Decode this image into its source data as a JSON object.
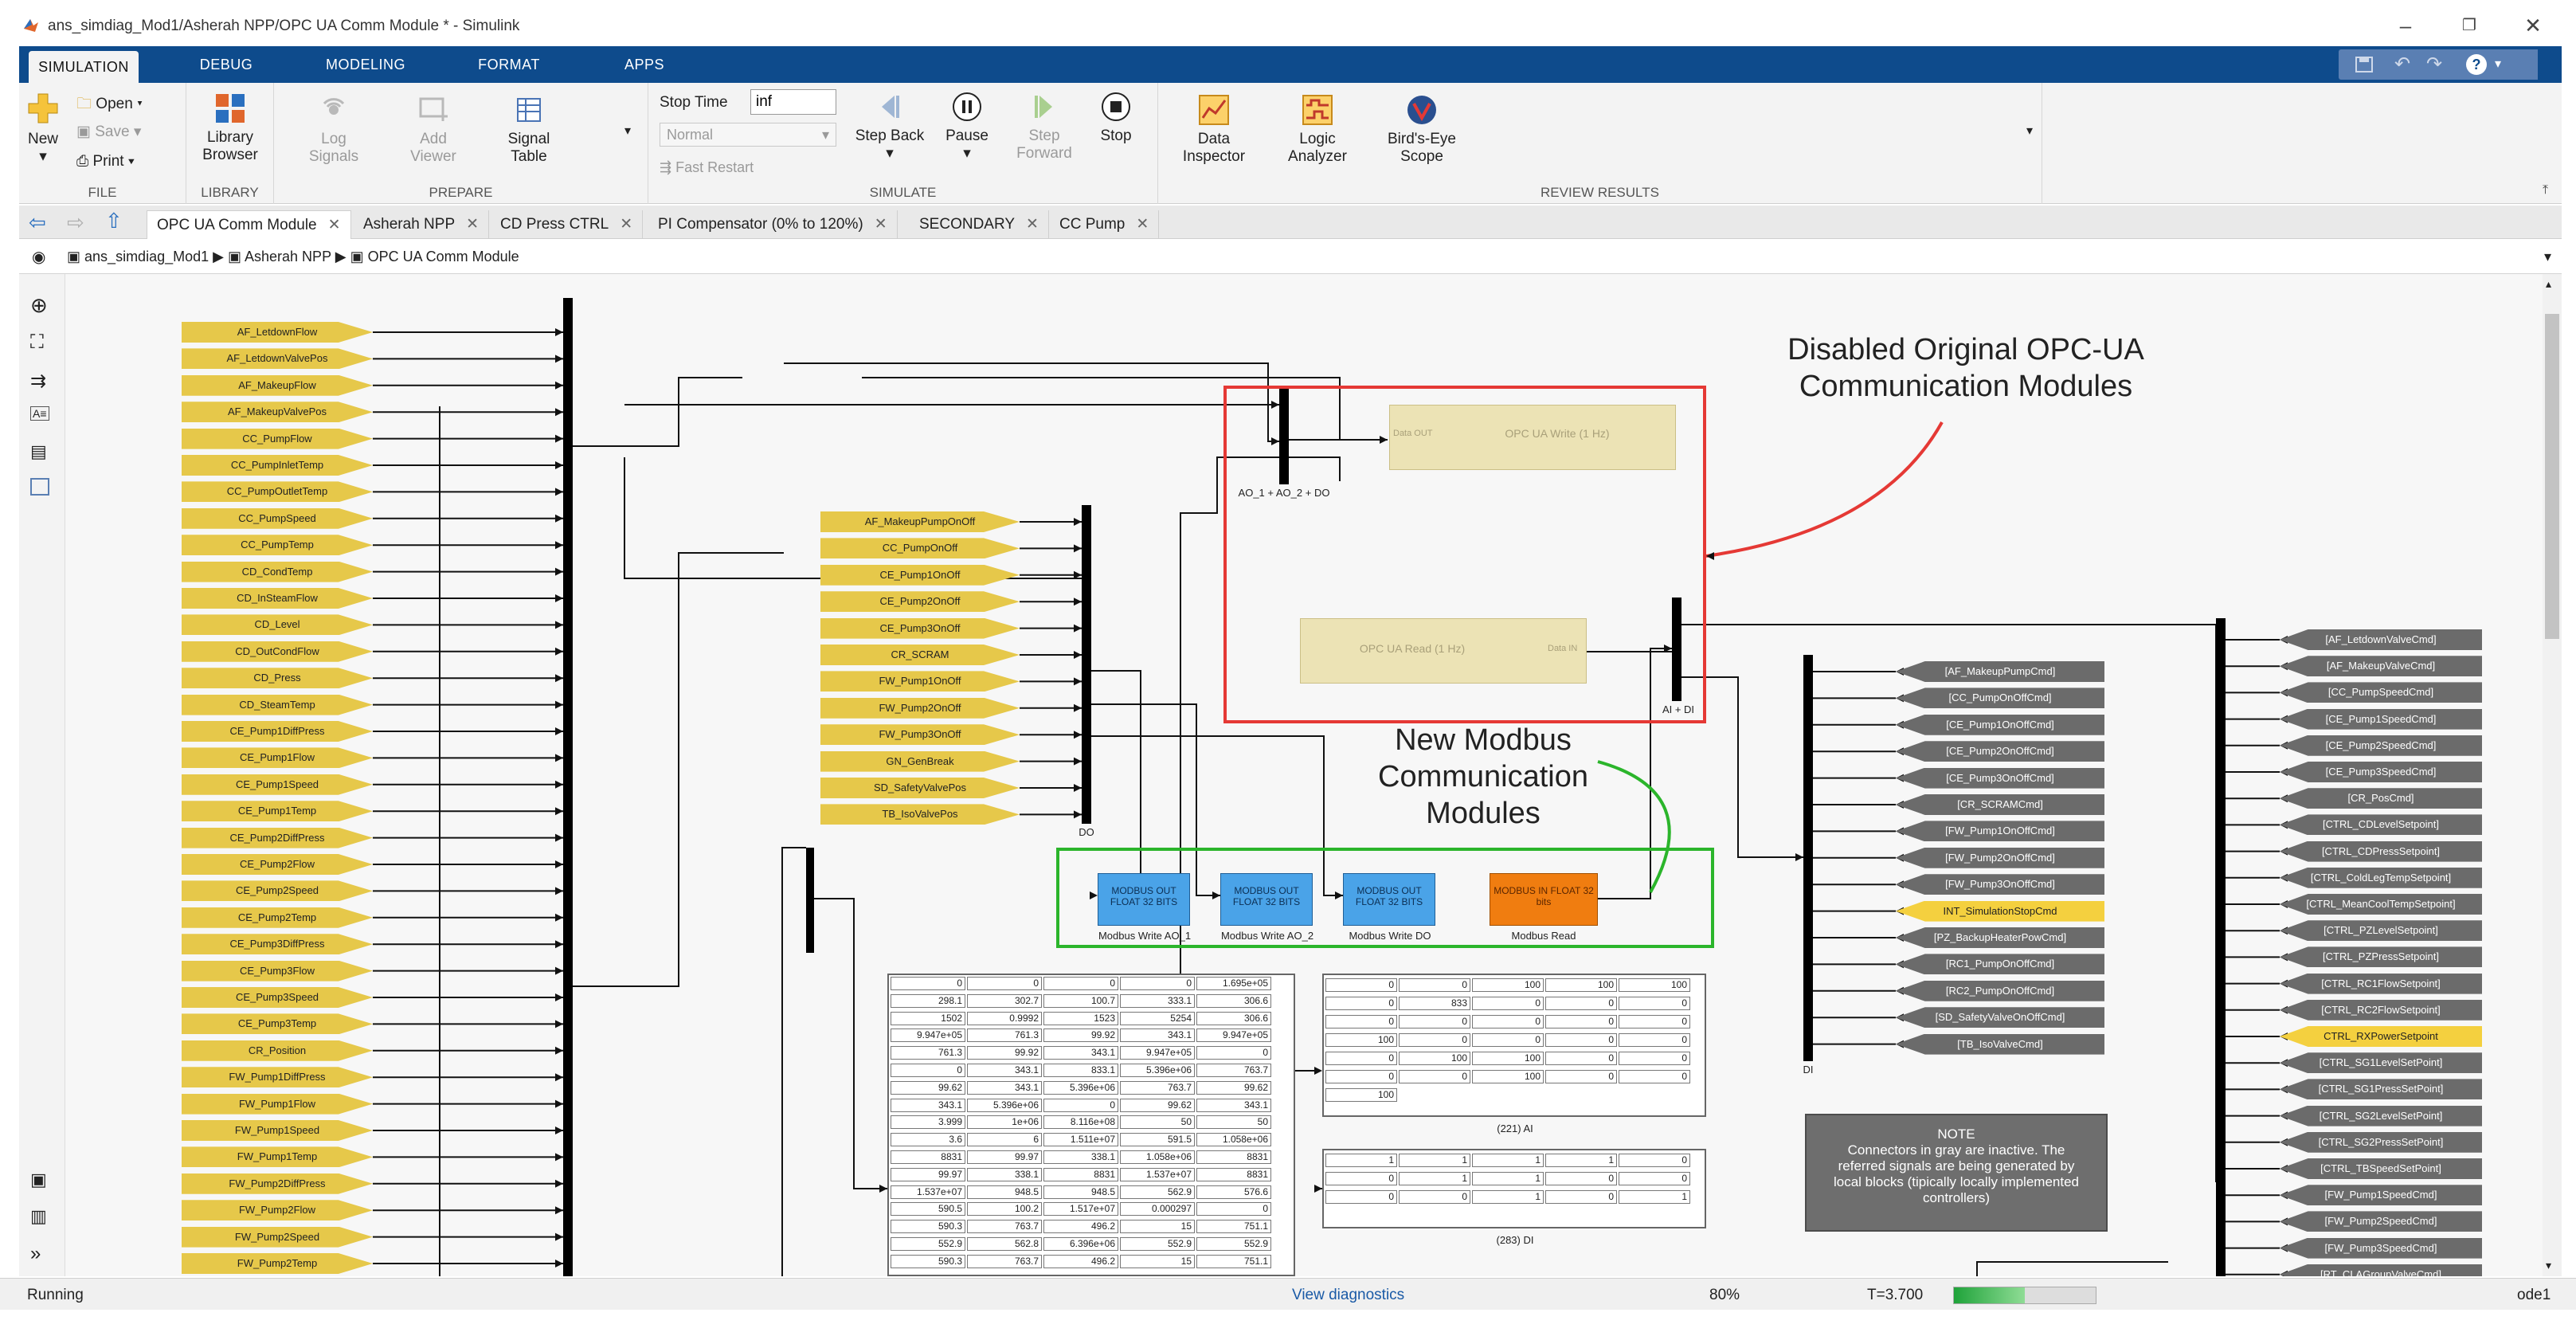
{
  "window": {
    "title": "ans_simdiag_Mod1/Asherah NPP/OPC UA Comm Module * - Simulink"
  },
  "ribbon": {
    "tabs": [
      "SIMULATION",
      "DEBUG",
      "MODELING",
      "FORMAT",
      "APPS"
    ],
    "file": {
      "new": "New",
      "open": "Open",
      "save": "Save",
      "print": "Print",
      "label": "FILE"
    },
    "library": {
      "browser": "Library Browser",
      "label": "LIBRARY"
    },
    "prepare": {
      "log": "Log Signals",
      "add": "Add Viewer",
      "table": "Signal Table",
      "label": "PREPARE"
    },
    "simulate": {
      "stop_time_label": "Stop Time",
      "stop_time": "inf",
      "mode": "Normal",
      "fast": "Fast Restart",
      "step_back": "Step Back",
      "pause": "Pause",
      "step_fwd": "Step Forward",
      "stop": "Stop",
      "label": "SIMULATE"
    },
    "review": {
      "data": "Data Inspector",
      "logic": "Logic Analyzer",
      "birds": "Bird's-Eye Scope",
      "label": "REVIEW RESULTS"
    }
  },
  "model_tabs": [
    "OPC UA Comm Module",
    "Asherah NPP",
    "CD Press CTRL",
    "PI Compensator (0% to 120%)",
    "SECONDARY",
    "CC Pump"
  ],
  "breadcrumb": [
    "ans_simdiag_Mod1",
    "Asherah NPP",
    "OPC UA Comm Module"
  ],
  "goto_left": [
    "AF_LetdownFlow",
    "AF_LetdownValvePos",
    "AF_MakeupFlow",
    "AF_MakeupValvePos",
    "CC_PumpFlow",
    "CC_PumpInletTemp",
    "CC_PumpOutletTemp",
    "CC_PumpSpeed",
    "CC_PumpTemp",
    "CD_CondTemp",
    "CD_InSteamFlow",
    "CD_Level",
    "CD_OutCondFlow",
    "CD_Press",
    "CD_SteamTemp",
    "CE_Pump1DiffPress",
    "CE_Pump1Flow",
    "CE_Pump1Speed",
    "CE_Pump1Temp",
    "CE_Pump2DiffPress",
    "CE_Pump2Flow",
    "CE_Pump2Speed",
    "CE_Pump2Temp",
    "CE_Pump3DiffPress",
    "CE_Pump3Flow",
    "CE_Pump3Speed",
    "CE_Pump3Temp",
    "CR_Position",
    "FW_Pump1DiffPress",
    "FW_Pump1Flow",
    "FW_Pump1Speed",
    "FW_Pump1Temp",
    "FW_Pump2DiffPress",
    "FW_Pump2Flow",
    "FW_Pump2Speed",
    "FW_Pump2Temp"
  ],
  "goto_mid": [
    "AF_MakeupPumpOnOff",
    "CC_PumpOnOff",
    "CE_Pump1OnOff",
    "CE_Pump2OnOff",
    "CE_Pump3OnOff",
    "CR_SCRAM",
    "FW_Pump1OnOff",
    "FW_Pump2OnOff",
    "FW_Pump3OnOff",
    "GN_GenBreak",
    "SD_SafetyValvePos",
    "TB_IsoValvePos"
  ],
  "from_mid": [
    "[AF_MakeupPumpCmd]",
    "[CC_PumpOnOffCmd]",
    "[CE_Pump1OnOffCmd]",
    "[CE_Pump2OnOffCmd]",
    "[CE_Pump3OnOffCmd]",
    "[CR_SCRAMCmd]",
    "[FW_Pump1OnOffCmd]",
    "[FW_Pump2OnOffCmd]",
    "[FW_Pump3OnOffCmd]",
    "INT_SimulationStopCmd",
    "[PZ_BackupHeaterPowCmd]",
    "[RC1_PumpOnOffCmd]",
    "[RC2_PumpOnOffCmd]",
    "[SD_SafetyValveOnOffCmd]",
    "[TB_IsoValveCmd]"
  ],
  "from_right": [
    "[AF_LetdownValveCmd]",
    "[AF_MakeupValveCmd]",
    "[CC_PumpSpeedCmd]",
    "[CE_Pump1SpeedCmd]",
    "[CE_Pump2SpeedCmd]",
    "[CE_Pump3SpeedCmd]",
    "[CR_PosCmd]",
    "[CTRL_CDLevelSetpoint]",
    "[CTRL_CDPressSetpoint]",
    "[CTRL_ColdLegTempSetpoint]",
    "[CTRL_MeanCoolTempSetpoint]",
    "[CTRL_PZLevelSetpoint]",
    "[CTRL_PZPressSetpoint]",
    "[CTRL_RC1FlowSetpoint]",
    "[CTRL_RC2FlowSetpoint]",
    "CTRL_RXPowerSetpoint",
    "[CTRL_SG1LevelSetPoint]",
    "[CTRL_SG1PressSetPoint]",
    "[CTRL_SG2LevelSetPoint]",
    "[CTRL_SG2PressSetPoint]",
    "[CTRL_TBSpeedSetPoint]",
    "[FW_Pump1SpeedCmd]",
    "[FW_Pump2SpeedCmd]",
    "[FW_Pump3SpeedCmd]",
    "[RT_CLAGroupValveCmd]"
  ],
  "blocks": {
    "mux_ao": "AO_1 + AO_2 + DO",
    "mux_ai": "AI + DI",
    "mux_do": "DO",
    "mux_di": "DI",
    "opc_write": "OPC UA Write (1 Hz)",
    "opc_write_port": "Data OUT",
    "opc_read": "OPC UA Read (1 Hz)",
    "opc_read_port": "Data IN",
    "modbus_out_text": "MODBUS OUT FLOAT 32 BITS",
    "modbus_in_text": "MODBUS IN FLOAT 32 bits",
    "mw_ao1": "Modbus Write AO_1",
    "mw_ao2": "Modbus Write AO_2",
    "mw_do": "Modbus Write DO",
    "mr": "Modbus Read",
    "ai_label": "(221) AI",
    "di_label": "(283) DI",
    "note_title": "NOTE",
    "note_body": "Connectors in gray are inactive. The referred signals are being generated by local blocks (tipically locally implemented controllers)"
  },
  "annotations": {
    "disabled": "Disabled Original OPC-UA Communication Modules",
    "new": "New Modbus Communication Modules"
  },
  "display1": [
    [
      "0",
      "0",
      "0",
      "0",
      "1.695e+05"
    ],
    [
      "298.1",
      "302.7",
      "100.7",
      "333.1",
      "306.6"
    ],
    [
      "1502",
      "0.9992",
      "1523",
      "5254",
      "306.6"
    ],
    [
      "9.947e+05",
      "761.3",
      "99.92",
      "343.1",
      "9.947e+05"
    ],
    [
      "761.3",
      "99.92",
      "343.1",
      "9.947e+05",
      "0"
    ],
    [
      "0",
      "343.1",
      "833.1",
      "5.396e+06",
      "763.7"
    ],
    [
      "99.62",
      "343.1",
      "5.396e+06",
      "763.7",
      "99.62"
    ],
    [
      "343.1",
      "5.396e+06",
      "0",
      "99.62",
      "343.1"
    ],
    [
      "3.999",
      "1e+06",
      "8.116e+08",
      "50",
      "50"
    ],
    [
      "3.6",
      "6",
      "1.511e+07",
      "591.5",
      "1.058e+06"
    ],
    [
      "8831",
      "99.97",
      "338.1",
      "1.058e+06",
      "8831"
    ],
    [
      "99.97",
      "338.1",
      "8831",
      "1.537e+07",
      "8831"
    ],
    [
      "1.537e+07",
      "948.5",
      "948.5",
      "562.9",
      "576.6"
    ],
    [
      "590.5",
      "100.2",
      "1.517e+07",
      "0.000297",
      "0"
    ],
    [
      "590.3",
      "763.7",
      "496.2",
      "15",
      "751.1"
    ],
    [
      "552.9",
      "562.8",
      "6.396e+06",
      "552.9",
      "552.9"
    ],
    [
      "590.3",
      "763.7",
      "496.2",
      "15",
      "751.1"
    ]
  ],
  "display_ai": [
    [
      "0",
      "0",
      "100",
      "100",
      "100"
    ],
    [
      "0",
      "833",
      "0",
      "0",
      "0"
    ],
    [
      "0",
      "0",
      "0",
      "0",
      "0"
    ],
    [
      "100",
      "0",
      "0",
      "0",
      "0"
    ],
    [
      "0",
      "100",
      "100",
      "0",
      "0"
    ],
    [
      "0",
      "0",
      "100",
      "0",
      "0"
    ],
    [
      "100",
      "",
      "",
      "",
      ""
    ]
  ],
  "display_di": [
    [
      "1",
      "1",
      "1",
      "1",
      "0"
    ],
    [
      "0",
      "1",
      "1",
      "0",
      "0"
    ],
    [
      "0",
      "0",
      "1",
      "0",
      "1"
    ]
  ],
  "status": {
    "state": "Running",
    "diagnostics": "View diagnostics",
    "zoom": "80%",
    "time": "T=3.700",
    "solver": "ode1",
    "progress": 0.5
  },
  "colors": {
    "ribbon": "#0e4b8c",
    "goto": "#e6c84a",
    "from_gray": "#6b6b6b",
    "modbus_out": "#4aa3e8",
    "modbus_in": "#f07d10",
    "disabled_box": "#e53935",
    "new_box": "#2bb52b",
    "highlight": "#f4d03f"
  }
}
